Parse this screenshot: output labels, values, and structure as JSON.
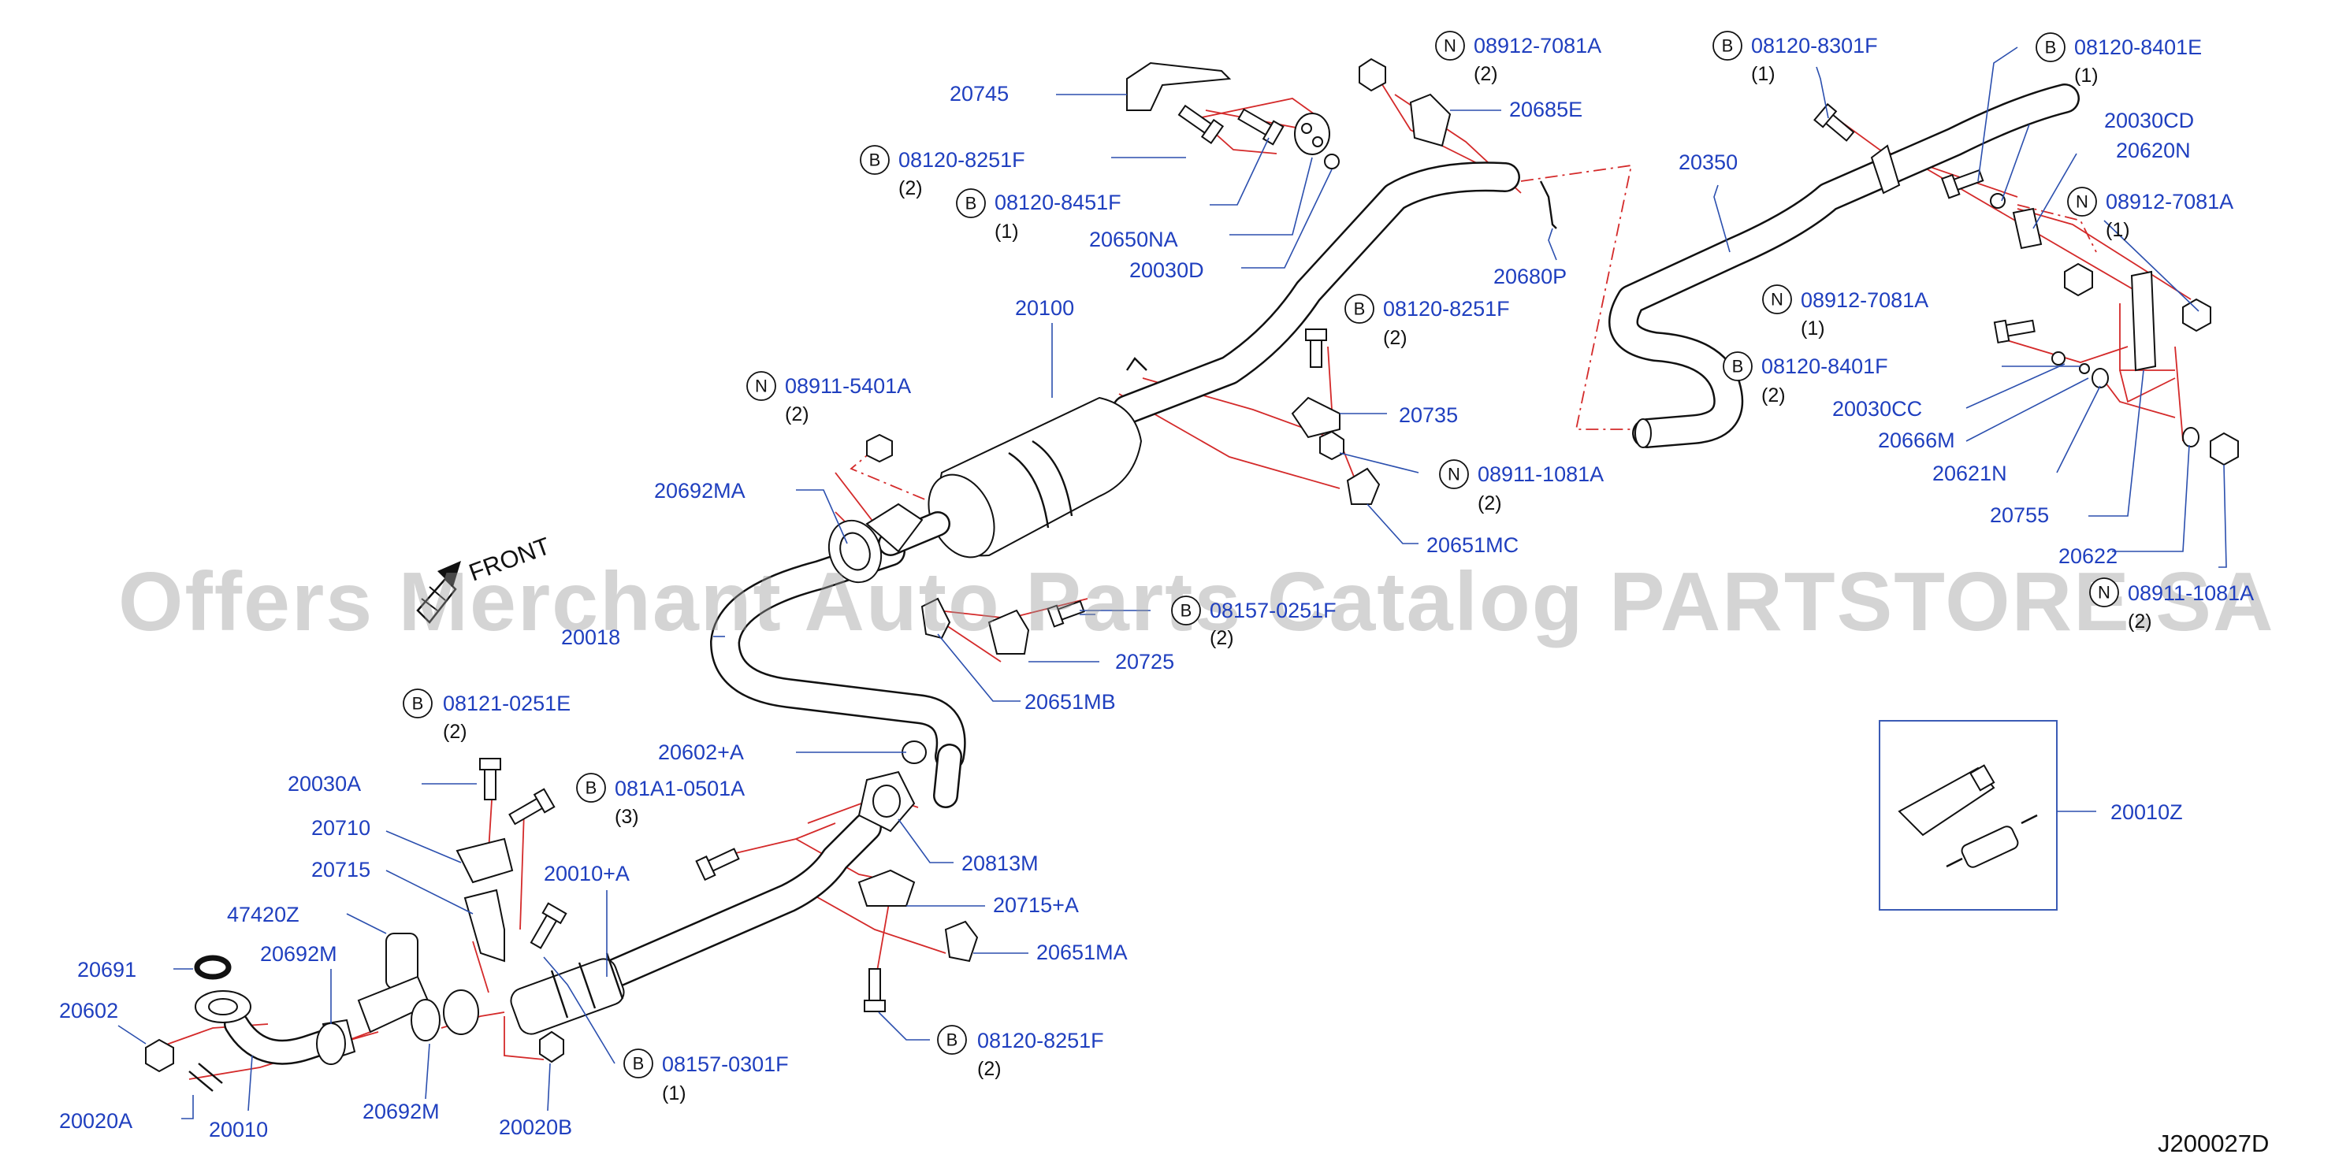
{
  "watermark": "Offers Merchant Auto Parts Catalog PARTSTORE.SA",
  "diagram_code": "J200027D",
  "front_label": "FRONT",
  "labels": [
    {
      "id": "l1",
      "text": "20745"
    },
    {
      "id": "l2",
      "circ": "B",
      "text": "08120-8251F",
      "qty": "(2)"
    },
    {
      "id": "l3",
      "circ": "B",
      "text": "08120-8451F",
      "qty": "(1)"
    },
    {
      "id": "l4",
      "text": "20650NA"
    },
    {
      "id": "l5",
      "text": "20030D"
    },
    {
      "id": "l6",
      "circ": "N",
      "text": "08912-7081A",
      "qty": "(2)"
    },
    {
      "id": "l7",
      "text": "20685E"
    },
    {
      "id": "l8",
      "text": "20680P"
    },
    {
      "id": "l9",
      "text": "20100"
    },
    {
      "id": "l10",
      "circ": "B",
      "text": "08120-8251F",
      "qty": "(2)"
    },
    {
      "id": "l11",
      "text": "20735"
    },
    {
      "id": "l12",
      "circ": "N",
      "text": "08911-1081A",
      "qty": "(2)"
    },
    {
      "id": "l13",
      "text": "20651MC"
    },
    {
      "id": "l14",
      "circ": "N",
      "text": "08911-5401A",
      "qty": "(2)"
    },
    {
      "id": "l15",
      "text": "20692MA"
    },
    {
      "id": "l16",
      "text": "20018"
    },
    {
      "id": "l17",
      "circ": "B",
      "text": "08157-0251F",
      "qty": "(2)"
    },
    {
      "id": "l18",
      "text": "20725"
    },
    {
      "id": "l19",
      "text": "20651MB"
    },
    {
      "id": "l20",
      "text": "20602+A"
    },
    {
      "id": "l21",
      "circ": "B",
      "text": "081A1-0501A",
      "qty": "(3)"
    },
    {
      "id": "l22",
      "text": "20813M"
    },
    {
      "id": "l23",
      "text": "20715+A"
    },
    {
      "id": "l24",
      "text": "20651MA"
    },
    {
      "id": "l25",
      "circ": "B",
      "text": "08120-8251F",
      "qty": "(2)"
    },
    {
      "id": "l26",
      "circ": "B",
      "text": "08121-0251E",
      "qty": "(2)"
    },
    {
      "id": "l27",
      "text": "20030A"
    },
    {
      "id": "l28",
      "text": "20710"
    },
    {
      "id": "l29",
      "text": "20715"
    },
    {
      "id": "l30",
      "text": "20010+A"
    },
    {
      "id": "l31",
      "text": "47420Z"
    },
    {
      "id": "l32",
      "text": "20692M"
    },
    {
      "id": "l33",
      "text": "20691"
    },
    {
      "id": "l34",
      "text": "20602"
    },
    {
      "id": "l35",
      "text": "20020A"
    },
    {
      "id": "l36",
      "text": "20010"
    },
    {
      "id": "l37",
      "text": "20692M"
    },
    {
      "id": "l38",
      "text": "20020B"
    },
    {
      "id": "l39",
      "circ": "B",
      "text": "08157-0301F",
      "qty": "(1)"
    },
    {
      "id": "l40",
      "circ": "B",
      "text": "08120-8301F",
      "qty": "(1)"
    },
    {
      "id": "l41",
      "circ": "B",
      "text": "08120-8401E",
      "qty": "(1)"
    },
    {
      "id": "l42",
      "text": "20350"
    },
    {
      "id": "l43",
      "text": "20030CD"
    },
    {
      "id": "l44",
      "text": "20620N"
    },
    {
      "id": "l45",
      "circ": "N",
      "text": "08912-7081A",
      "qty": "(1)"
    },
    {
      "id": "l46",
      "circ": "N",
      "text": "08912-7081A",
      "qty": "(1)"
    },
    {
      "id": "l47",
      "circ": "B",
      "text": "08120-8401F",
      "qty": "(2)"
    },
    {
      "id": "l48",
      "text": "20030CC"
    },
    {
      "id": "l49",
      "text": "20666M"
    },
    {
      "id": "l50",
      "text": "20621N"
    },
    {
      "id": "l51",
      "text": "20755"
    },
    {
      "id": "l52",
      "text": "20622"
    },
    {
      "id": "l53",
      "circ": "N",
      "text": "08911-1081A",
      "qty": "(2)"
    },
    {
      "id": "l54",
      "text": "20010Z"
    }
  ]
}
